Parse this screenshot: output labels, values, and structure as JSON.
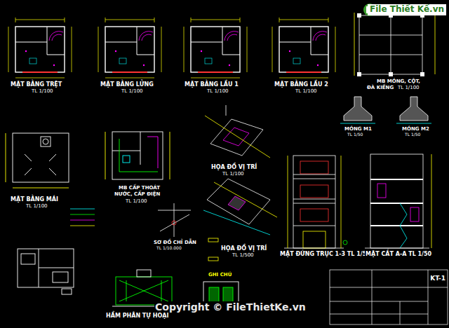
{
  "diagram": {
    "labels": [
      "MẶT BẰNG TRỆT",
      "TL 1/100",
      "MẶT BẰNG LỬNG",
      "TL 1/100",
      "MẶT BẰNG LẦU 1",
      "TL 1/100",
      "MẶT BẰNG LẦU 2",
      "TL 1/100",
      "MB MÓNG, CỘT,",
      "ĐÀ KIỀNG",
      "TL 1/100",
      "MÓNG M1",
      "TL 1/50",
      "MÓNG M2",
      "TL 1/50",
      "MẶT BẰNG MÁI",
      "TL 1/100",
      "MB CẤP THOÁT",
      "NƯỚC, CẤP ĐIỆN",
      "TL 1/100",
      "HỌA ĐỒ VỊ TRÍ",
      "TL 1/100",
      "SƠ ĐỒ CHỈ DẪN",
      "TL 1/10.000",
      "HỌA ĐỒ VỊ TRÍ",
      "TL 1/500",
      "MẶT ĐỨNG TRỤC 1-3 TL 1/50",
      "MẶT CẮT A-A TL 1/50",
      "HẦM PHÂN TỰ HOẠI",
      "GHI CHÚ",
      "KT-1",
      "Copyright © FileThietKe.vn",
      "File Thiết Kế.vn"
    ]
  }
}
